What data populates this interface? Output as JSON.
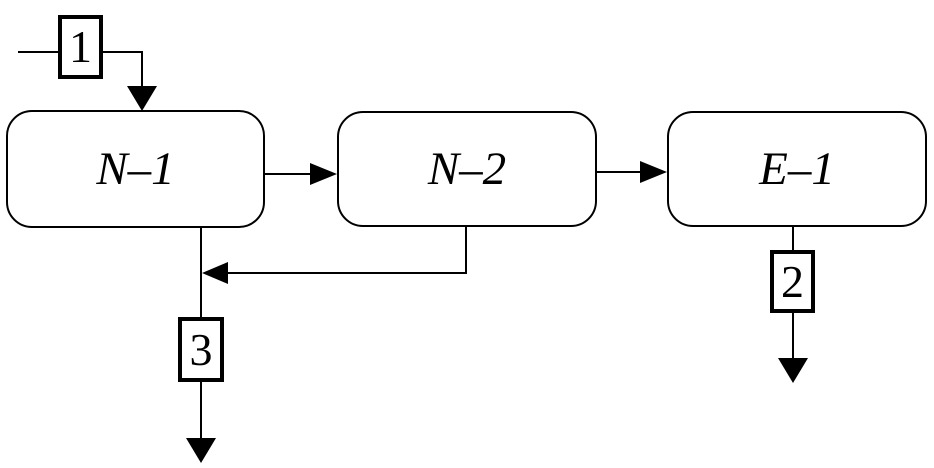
{
  "diagram": {
    "type": "process-flow-diagram",
    "background_color": "#ffffff",
    "line_color": "#000000",
    "nodes": [
      {
        "id": "N-1",
        "label": "N–1"
      },
      {
        "id": "N-2",
        "label": "N–2"
      },
      {
        "id": "E-1",
        "label": "E–1"
      }
    ],
    "streams": [
      {
        "id": "1",
        "label": "1"
      },
      {
        "id": "2",
        "label": "2"
      },
      {
        "id": "3",
        "label": "3"
      }
    ],
    "edges": [
      {
        "from": "stream-1",
        "to": "N-1"
      },
      {
        "from": "N-1",
        "to": "N-2"
      },
      {
        "from": "N-2",
        "to": "E-1"
      },
      {
        "from": "N-2",
        "to": "N-1-outlet-line"
      },
      {
        "from": "N-1",
        "to": "stream-3"
      },
      {
        "from": "E-1",
        "to": "stream-2"
      }
    ]
  }
}
